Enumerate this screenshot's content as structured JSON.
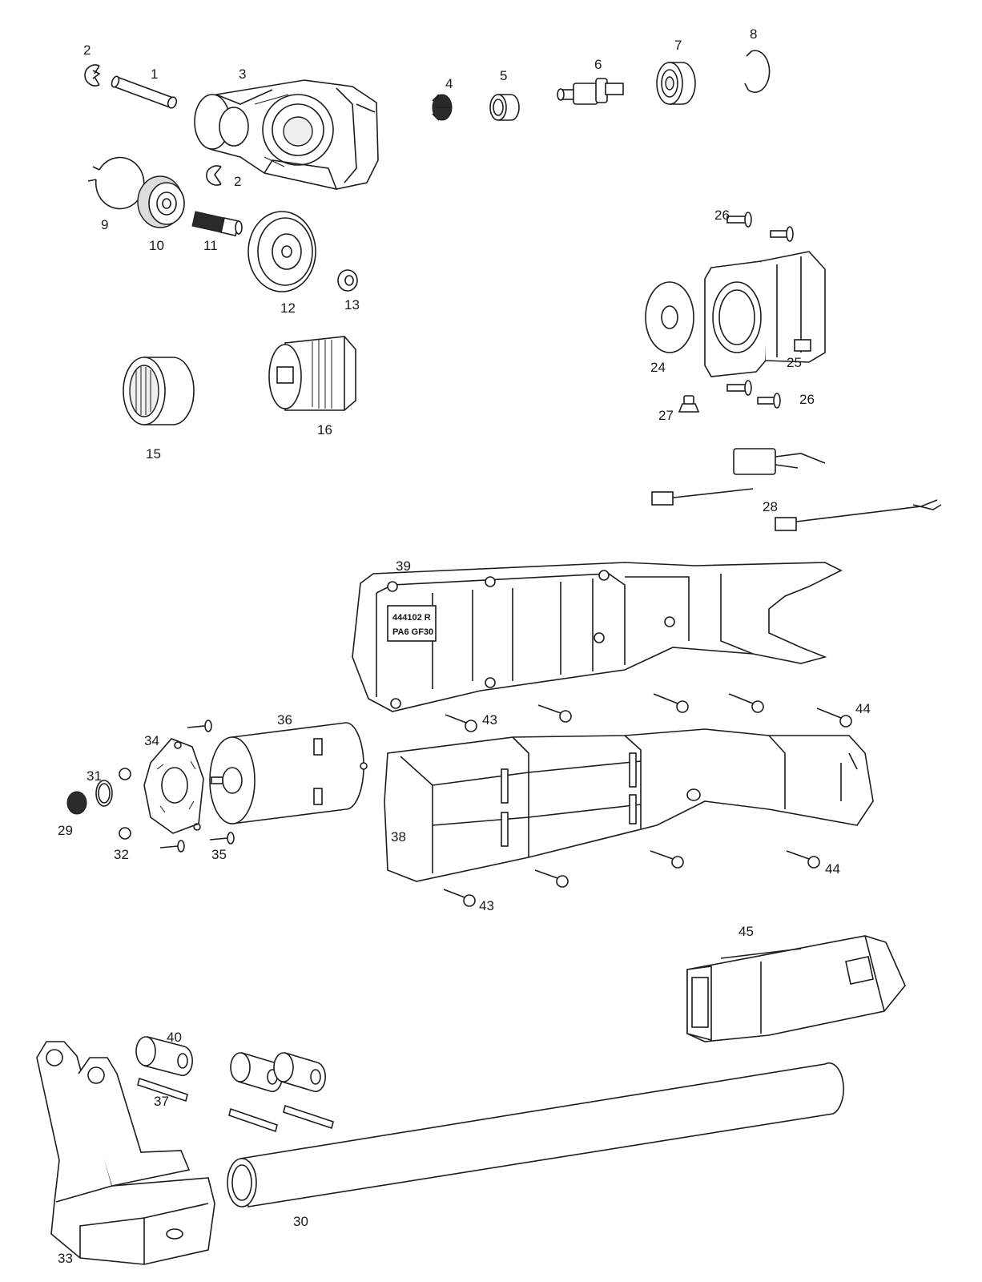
{
  "diagram": {
    "type": "exploded parts view",
    "callouts": [
      {
        "id": "c1",
        "text": "1"
      },
      {
        "id": "c2a",
        "text": "2"
      },
      {
        "id": "c2b",
        "text": "2"
      },
      {
        "id": "c3",
        "text": "3"
      },
      {
        "id": "c4",
        "text": "4"
      },
      {
        "id": "c5",
        "text": "5"
      },
      {
        "id": "c6",
        "text": "6"
      },
      {
        "id": "c7",
        "text": "7"
      },
      {
        "id": "c8",
        "text": "8"
      },
      {
        "id": "c9",
        "text": "9"
      },
      {
        "id": "c10",
        "text": "10"
      },
      {
        "id": "c11",
        "text": "11"
      },
      {
        "id": "c12",
        "text": "12"
      },
      {
        "id": "c13",
        "text": "13"
      },
      {
        "id": "c15",
        "text": "15"
      },
      {
        "id": "c16",
        "text": "16"
      },
      {
        "id": "c24",
        "text": "24"
      },
      {
        "id": "c25",
        "text": "25"
      },
      {
        "id": "c26a",
        "text": "26"
      },
      {
        "id": "c26b",
        "text": "26"
      },
      {
        "id": "c27",
        "text": "27"
      },
      {
        "id": "c28",
        "text": "28"
      },
      {
        "id": "c29",
        "text": "29"
      },
      {
        "id": "c30",
        "text": "30"
      },
      {
        "id": "c31",
        "text": "31"
      },
      {
        "id": "c32",
        "text": "32"
      },
      {
        "id": "c33",
        "text": "33"
      },
      {
        "id": "c34",
        "text": "34"
      },
      {
        "id": "c35",
        "text": "35"
      },
      {
        "id": "c36",
        "text": "36"
      },
      {
        "id": "c37",
        "text": "37"
      },
      {
        "id": "c38",
        "text": "38"
      },
      {
        "id": "c39",
        "text": "39"
      },
      {
        "id": "c40",
        "text": "40"
      },
      {
        "id": "c43a",
        "text": "43"
      },
      {
        "id": "c43b",
        "text": "43"
      },
      {
        "id": "c44a",
        "text": "44"
      },
      {
        "id": "c44b",
        "text": "44"
      },
      {
        "id": "c45",
        "text": "45"
      }
    ],
    "housing_stamp": {
      "line1": "444102 R",
      "line2": "PA6 GF30"
    }
  }
}
